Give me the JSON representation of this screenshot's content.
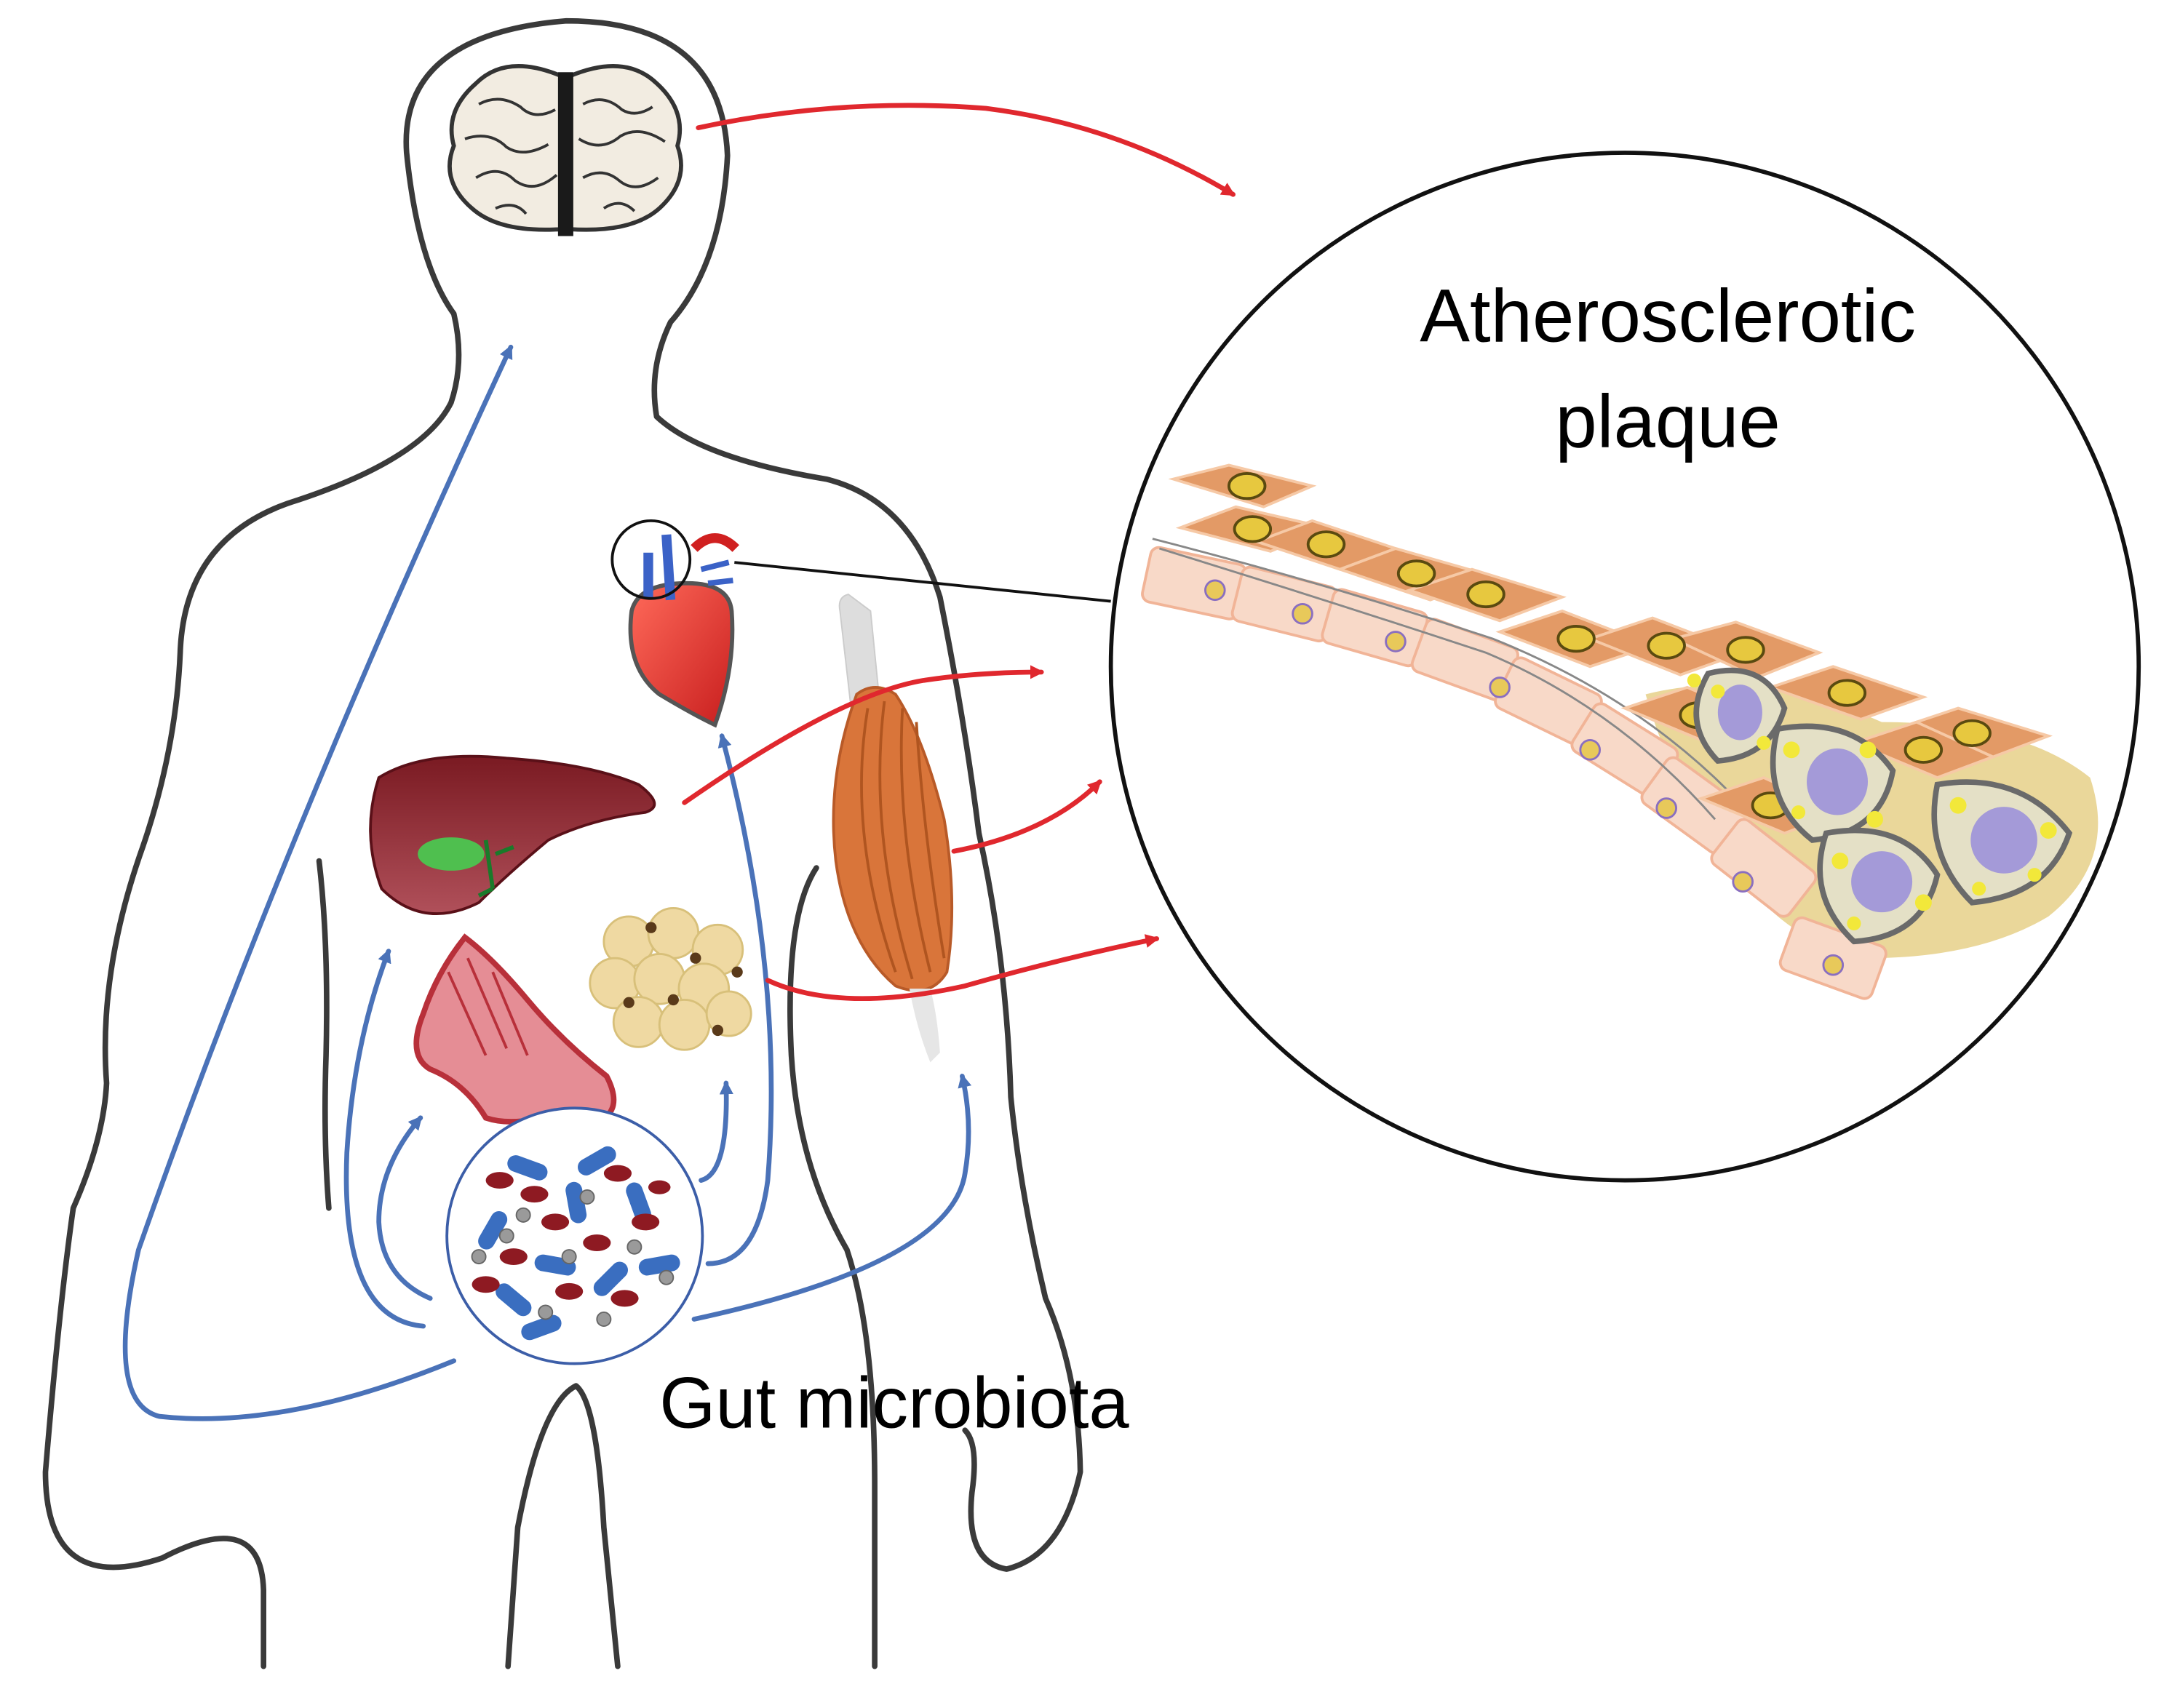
{
  "labels": {
    "plaque_line1": "Atherosclerotic",
    "plaque_line2": "plaque",
    "gut": "Gut microbiota"
  },
  "colors": {
    "outline": "#3a3a3a",
    "red_arrow": "#e0282e",
    "blue_arrow": "#4a72b8",
    "liver": "#8c1f2a",
    "heart": "#e8302d",
    "muscle": "#d9753a",
    "fat": "#efd9a2",
    "intestine": "#d86f79",
    "smooth_muscle_cell": "#e39a66",
    "nucleus": "#e7c83f",
    "endothelium": "#f8d9c8",
    "foam_cell_lipid": "#f2e83a",
    "foam_cell_nucleus": "#a49ad8",
    "plaque_lipid": "#ead79a"
  },
  "icons": [
    "brain-icon",
    "heart-icon",
    "liver-icon",
    "muscle-icon",
    "adipose-icon",
    "intestine-icon",
    "microbiota-icon"
  ]
}
